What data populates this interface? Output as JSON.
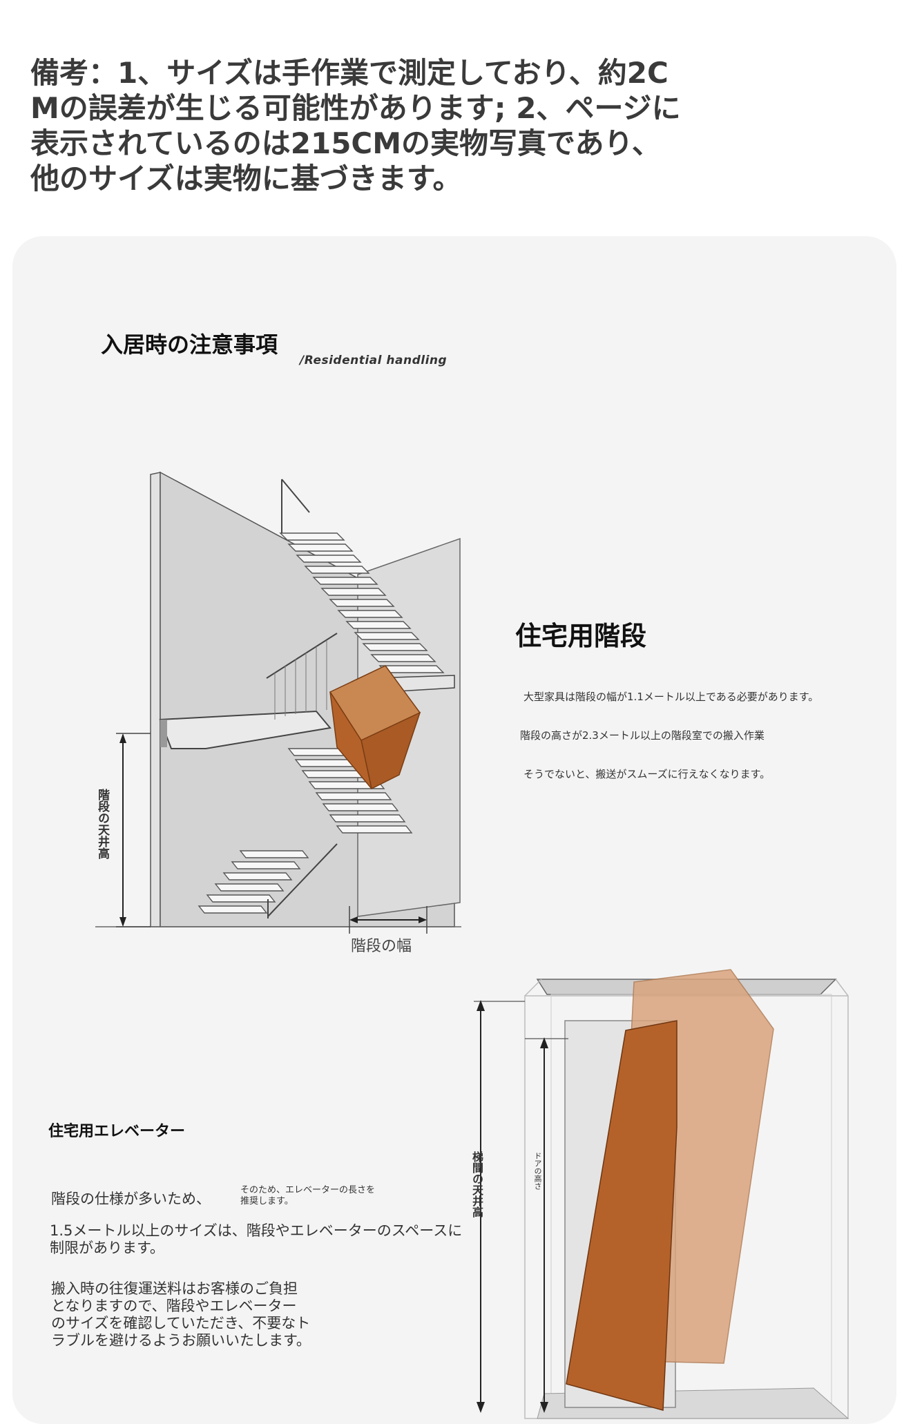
{
  "note": {
    "text": "備考：1、サイズは手作業で測定しており、約2C\nMの誤差が生じる可能性があります; 2、ページに\n表示されているのは215CMの実物写真であり、\n他のサイズは実物に基づきます。"
  },
  "residential": {
    "title": "入居時の注意事項",
    "subtitle": "/Residential handling"
  },
  "stairs": {
    "title": "住宅用階段",
    "line1": "大型家具は階段の幅が1.1メートル以上である必要があります。",
    "line2": "階段の高さが2.3メートル以上の階段室での搬入作業",
    "line3": "そうでないと、搬送がスムーズに行えなくなります。",
    "ceiling_label": "階段の天井高",
    "width_label": "階段の幅"
  },
  "elevator": {
    "title": "住宅用エレベーター",
    "line1": "階段の仕様が多いため、",
    "small_note": "そのため、エレベーターの長さを\n推奨します。",
    "line2": "1.5メートル以上のサイズは、階段やエレベーターのスペースに\n制限があります。",
    "line3": "搬入時の往復運送料はお客様のご負担\nとなりますので、階段やエレベーター\nのサイズを確認していただき、不要なト\nラブルを避けるようお願いいたします。",
    "shaft_label": "梯間の天井高",
    "door_label": "ドアの高さ"
  },
  "colors": {
    "box_brown": "#b5622a",
    "box_light": "#d9a47e",
    "wall_gray": "#d6d6d6",
    "card_bg": "#f4f4f4"
  }
}
